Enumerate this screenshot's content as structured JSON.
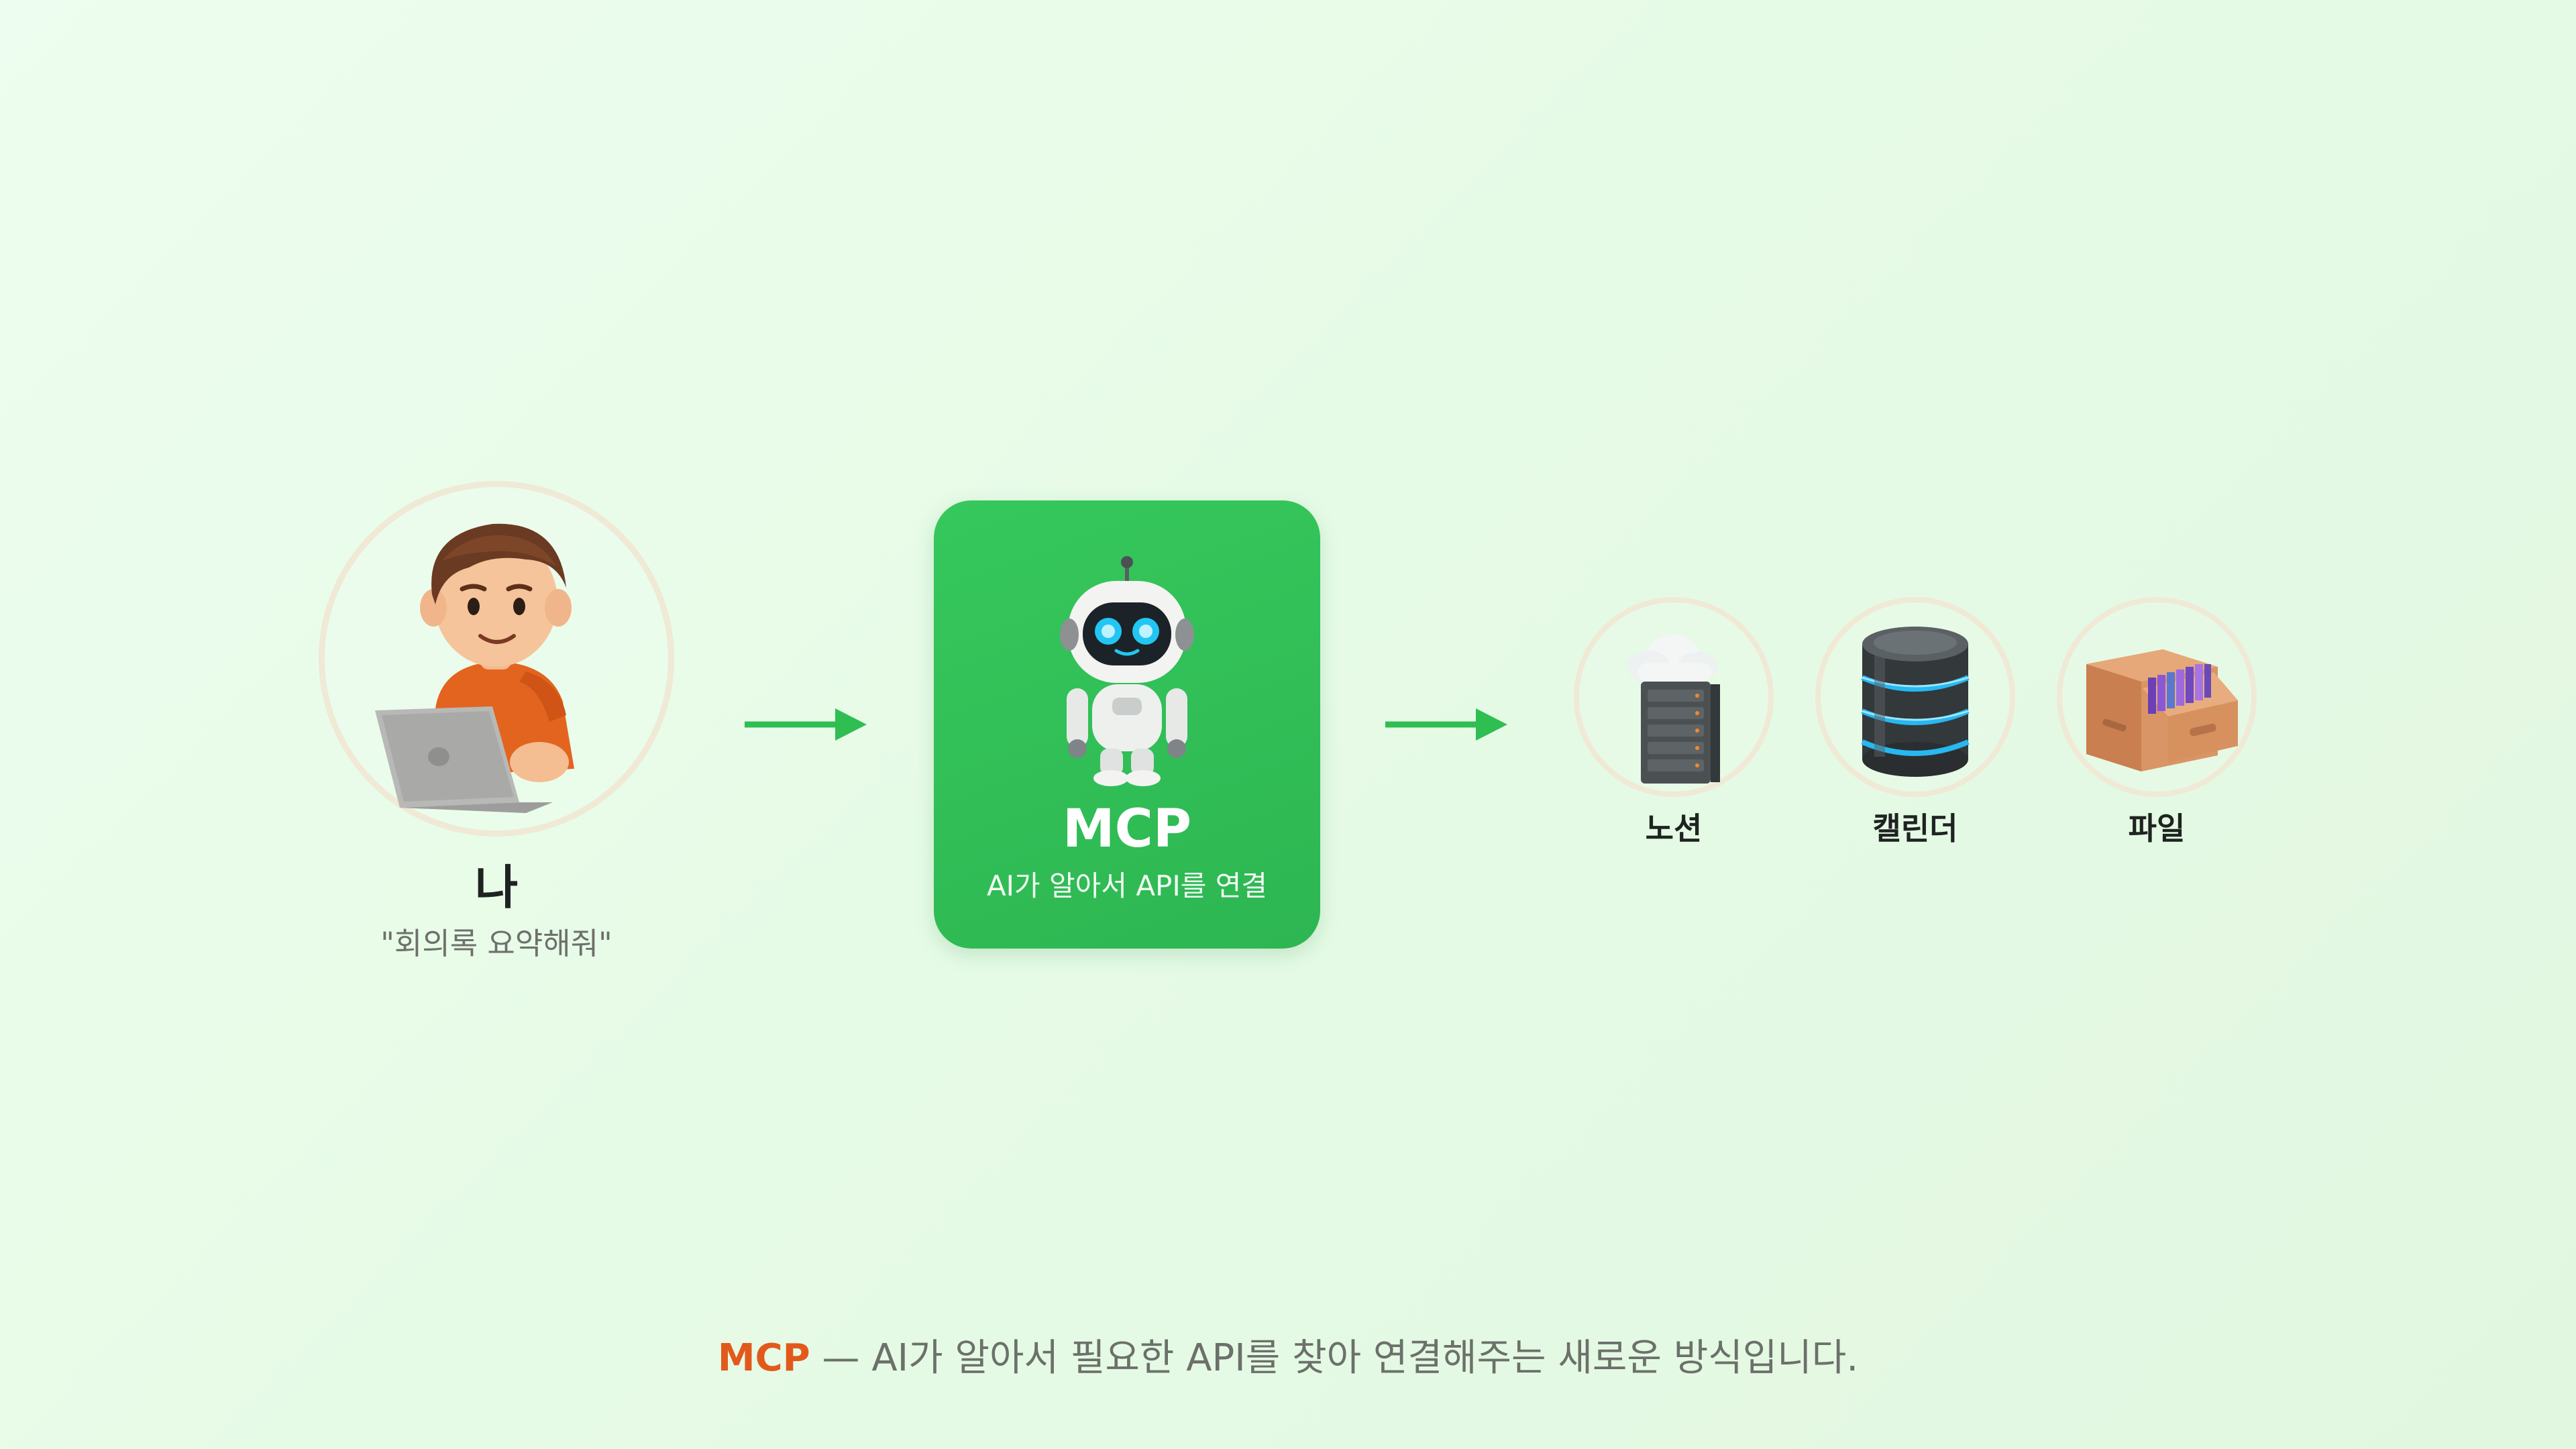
{
  "user": {
    "title": "나",
    "quote": "\"회의록 요약해줘\"",
    "icon": "user-with-laptop-icon"
  },
  "mcp": {
    "title": "MCP",
    "subtitle": "AI가 알아서 API를 연결",
    "icon": "robot-icon",
    "color": "#34c35a"
  },
  "services": [
    {
      "label": "노션",
      "icon": "cloud-server-icon"
    },
    {
      "label": "캘린더",
      "icon": "database-icon"
    },
    {
      "label": "파일",
      "icon": "file-cabinet-icon"
    }
  ],
  "arrow_color": "#2fbe52",
  "footer": {
    "accent": "MCP",
    "text": " — AI가 알아서 필요한 API를 찾아 연결해주는 새로운 방식입니다.",
    "accent_color": "#e2591b"
  }
}
